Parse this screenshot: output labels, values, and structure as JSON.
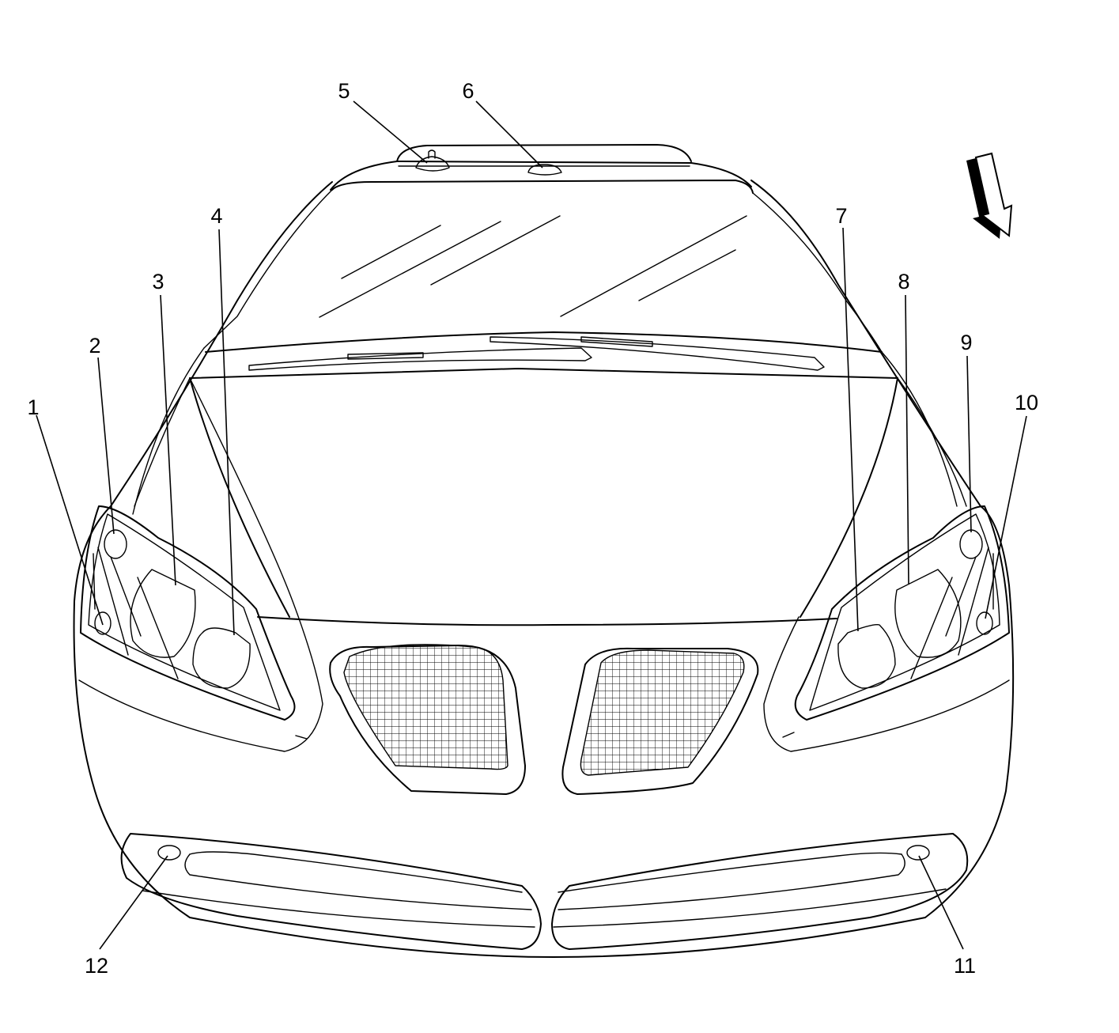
{
  "diagram": {
    "callouts": [
      {
        "id": "callout-1",
        "label": "1"
      },
      {
        "id": "callout-2",
        "label": "2"
      },
      {
        "id": "callout-3",
        "label": "3"
      },
      {
        "id": "callout-4",
        "label": "4"
      },
      {
        "id": "callout-5",
        "label": "5"
      },
      {
        "id": "callout-6",
        "label": "6"
      },
      {
        "id": "callout-7",
        "label": "7"
      },
      {
        "id": "callout-8",
        "label": "8"
      },
      {
        "id": "callout-9",
        "label": "9"
      },
      {
        "id": "callout-10",
        "label": "10"
      },
      {
        "id": "callout-11",
        "label": "11"
      },
      {
        "id": "callout-12",
        "label": "12"
      }
    ],
    "direction_icon": "view-direction-arrow-icon",
    "line_color": "#000000",
    "background": "#ffffff"
  }
}
